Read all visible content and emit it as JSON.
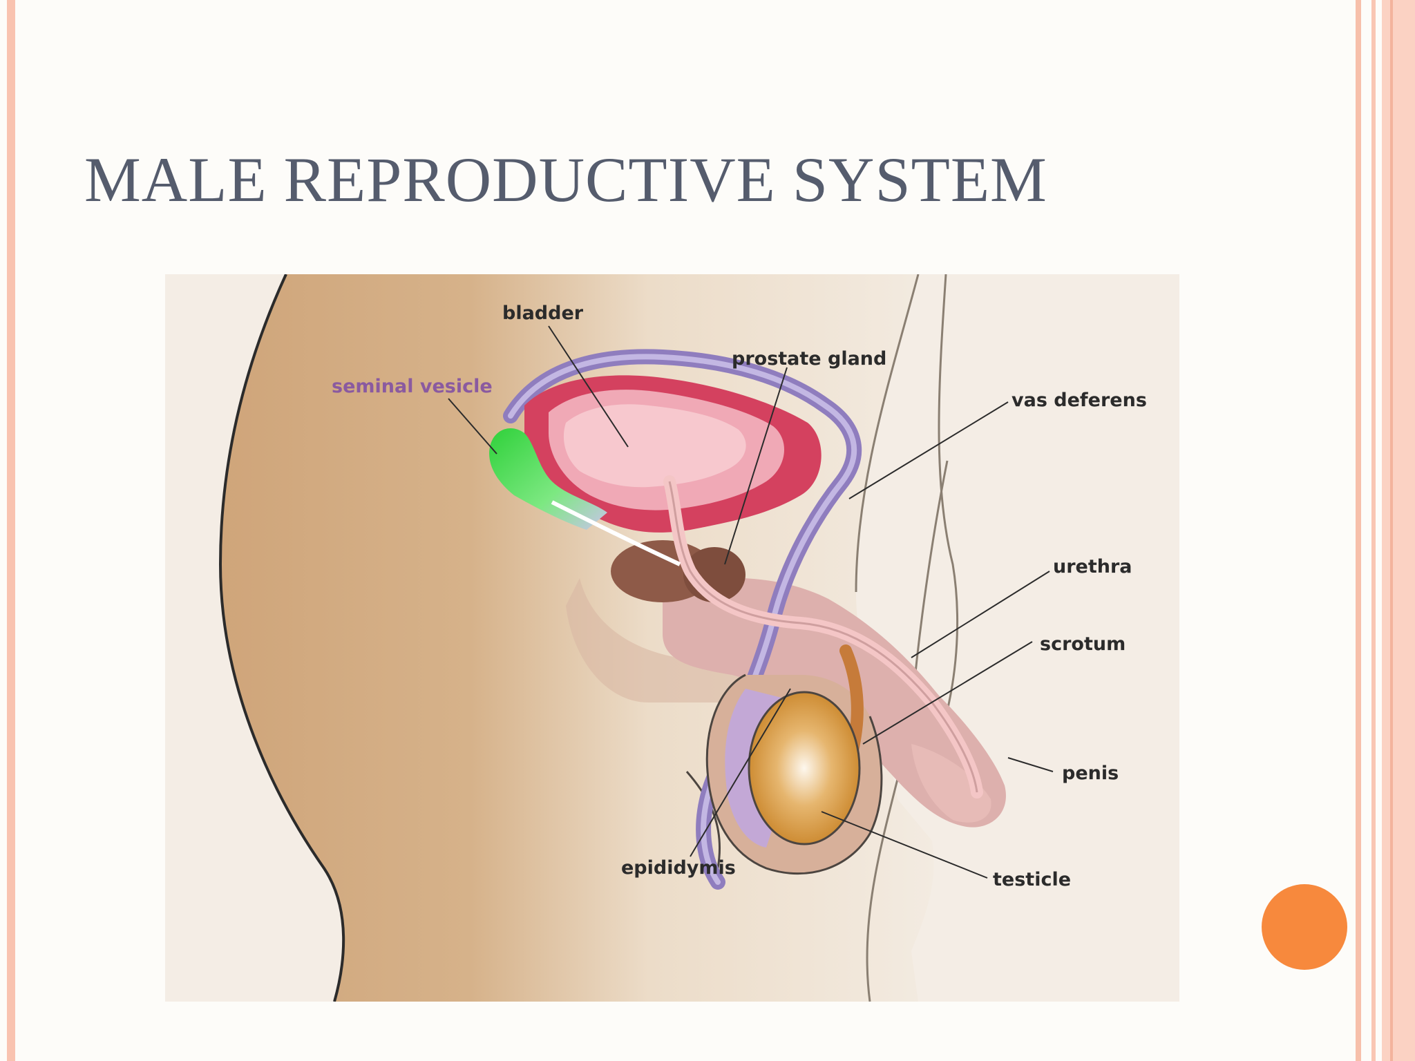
{
  "slide": {
    "title": "MALE REPRODUCTIVE SYSTEM"
  },
  "diagram": {
    "labels": {
      "bladder": "bladder",
      "prostate_gland": "prostate gland",
      "seminal_vesicle": "seminal vesicle",
      "vas_deferens": "vas deferens",
      "urethra": "urethra",
      "scrotum": "scrotum",
      "penis": "penis",
      "epididymis": "epididymis",
      "testicle": "testicle"
    }
  },
  "colors": {
    "title": "#555c6d",
    "border": "#f9c3b0",
    "accent_dot": "#f7893d",
    "seminal_vesicle_label": "#8a5aa0"
  }
}
